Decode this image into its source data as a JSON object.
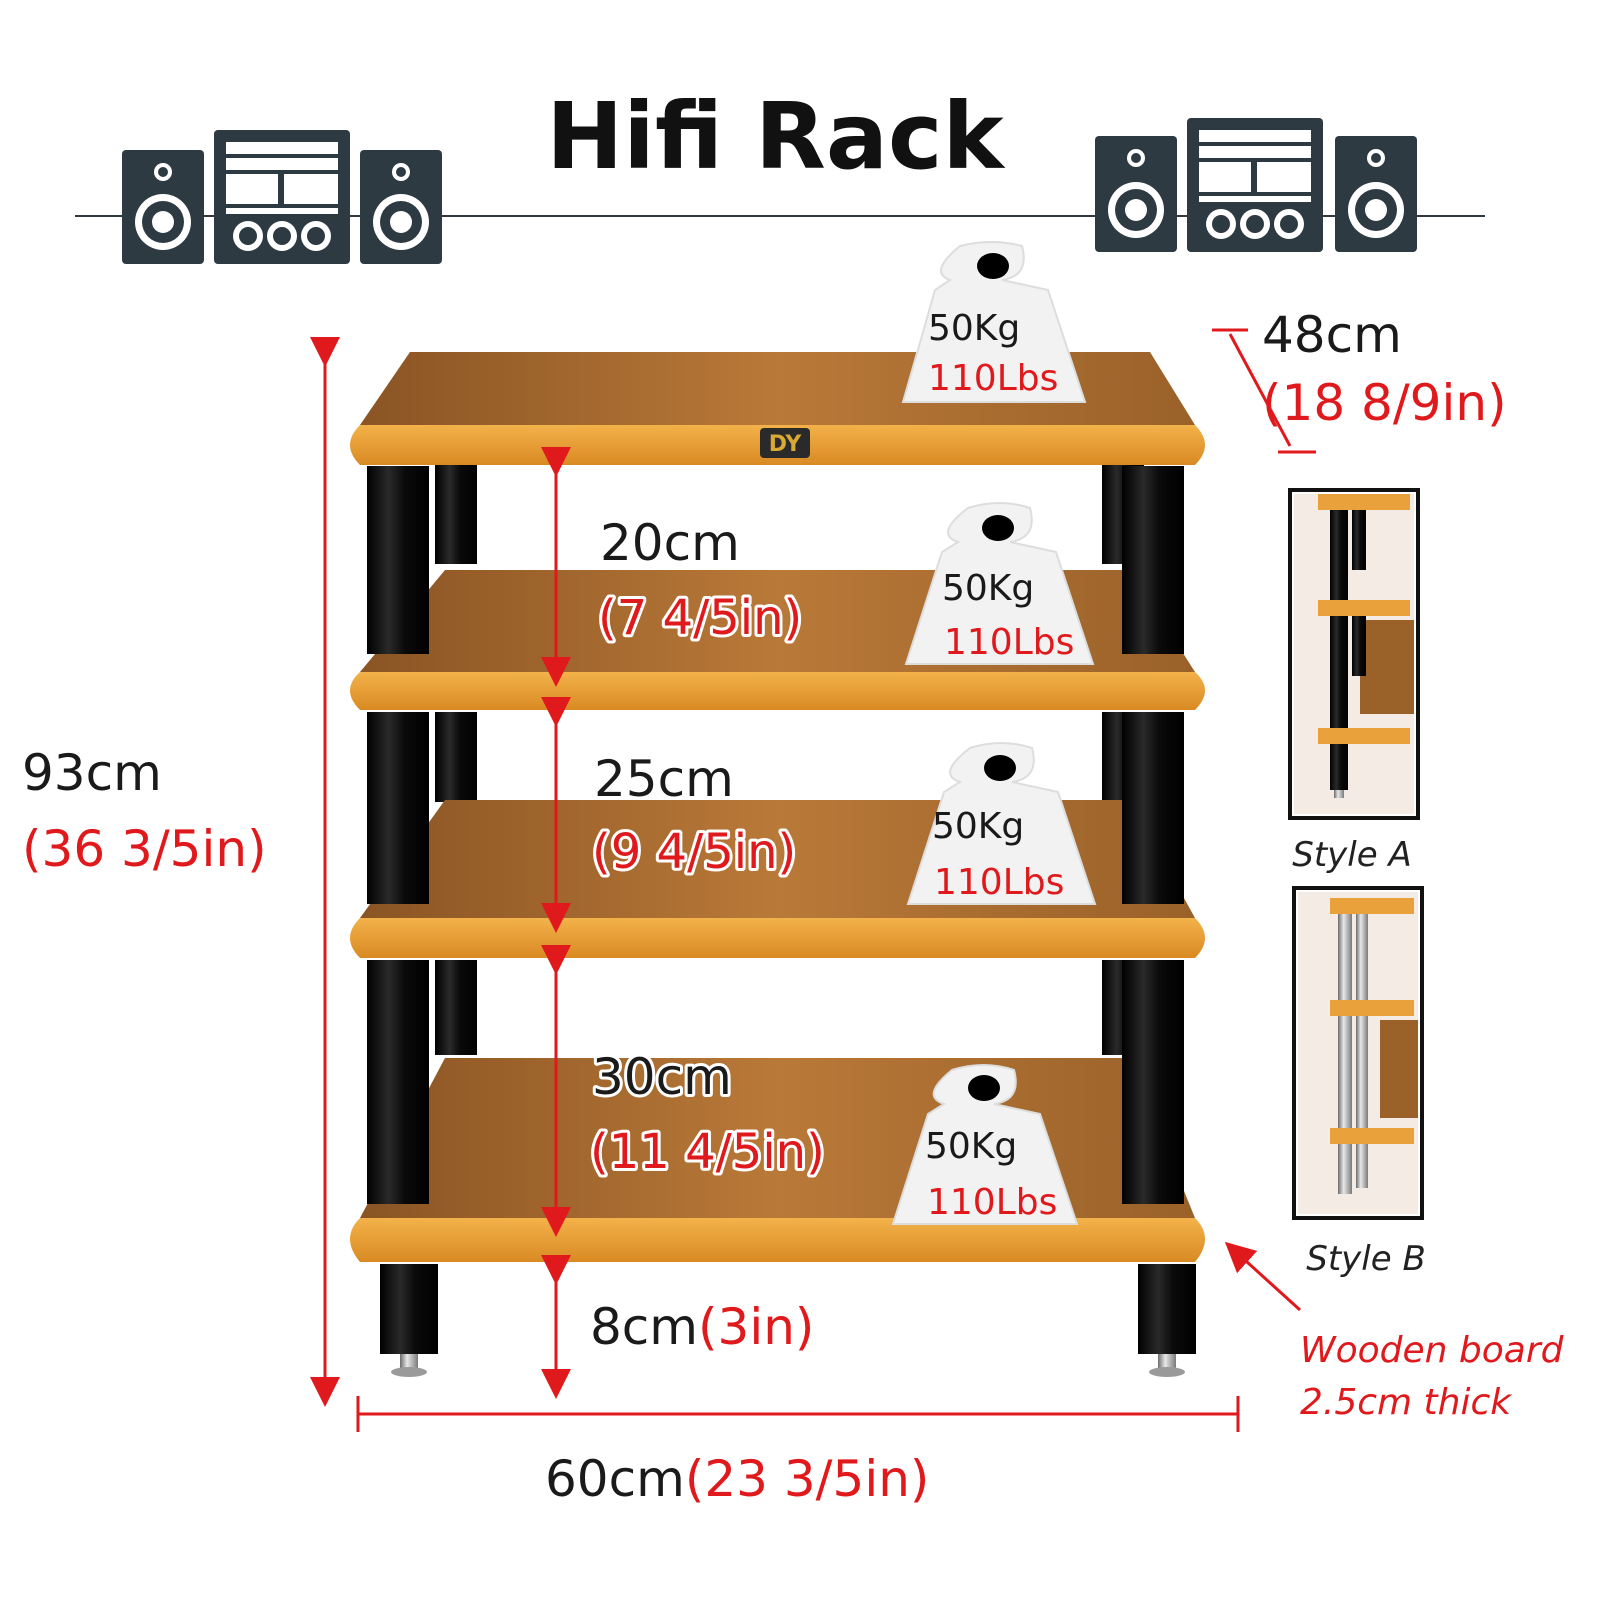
{
  "title": "Hifi Rack",
  "brand_logo": "DY",
  "colors": {
    "wood": "#b06e2e",
    "board_edge": "#e9a23b",
    "pillar": "#111111",
    "dimension_red": "#e0191c",
    "icon_dark": "#2d3a42"
  },
  "icons": [
    "speaker-icon",
    "stereo-unit-icon",
    "speaker-icon"
  ],
  "dimensions": {
    "height": {
      "cm": "93cm",
      "inch": "(36 3/5in)"
    },
    "depth": {
      "cm": "48cm",
      "inch": "(18 8/9in)"
    },
    "width": {
      "cm": "60cm",
      "inch": "(23 3/5in)"
    },
    "gaps": [
      {
        "cm": "20cm",
        "inch": "(7 4/5in)"
      },
      {
        "cm": "25cm",
        "inch": "(9 4/5in)"
      },
      {
        "cm": "30cm",
        "inch": "(11 4/5in)"
      }
    ],
    "foot": {
      "cm": "8cm",
      "inch": "(3in)"
    }
  },
  "weight_tags": [
    {
      "kg": "50Kg",
      "lbs": "110Lbs"
    },
    {
      "kg": "50Kg",
      "lbs": "110Lbs"
    },
    {
      "kg": "50Kg",
      "lbs": "110Lbs"
    },
    {
      "kg": "50Kg",
      "lbs": "110Lbs"
    }
  ],
  "styles": [
    {
      "label": "Style A"
    },
    {
      "label": "Style B"
    }
  ],
  "note": {
    "line1": "Wooden board",
    "line2": "2.5cm thick"
  }
}
